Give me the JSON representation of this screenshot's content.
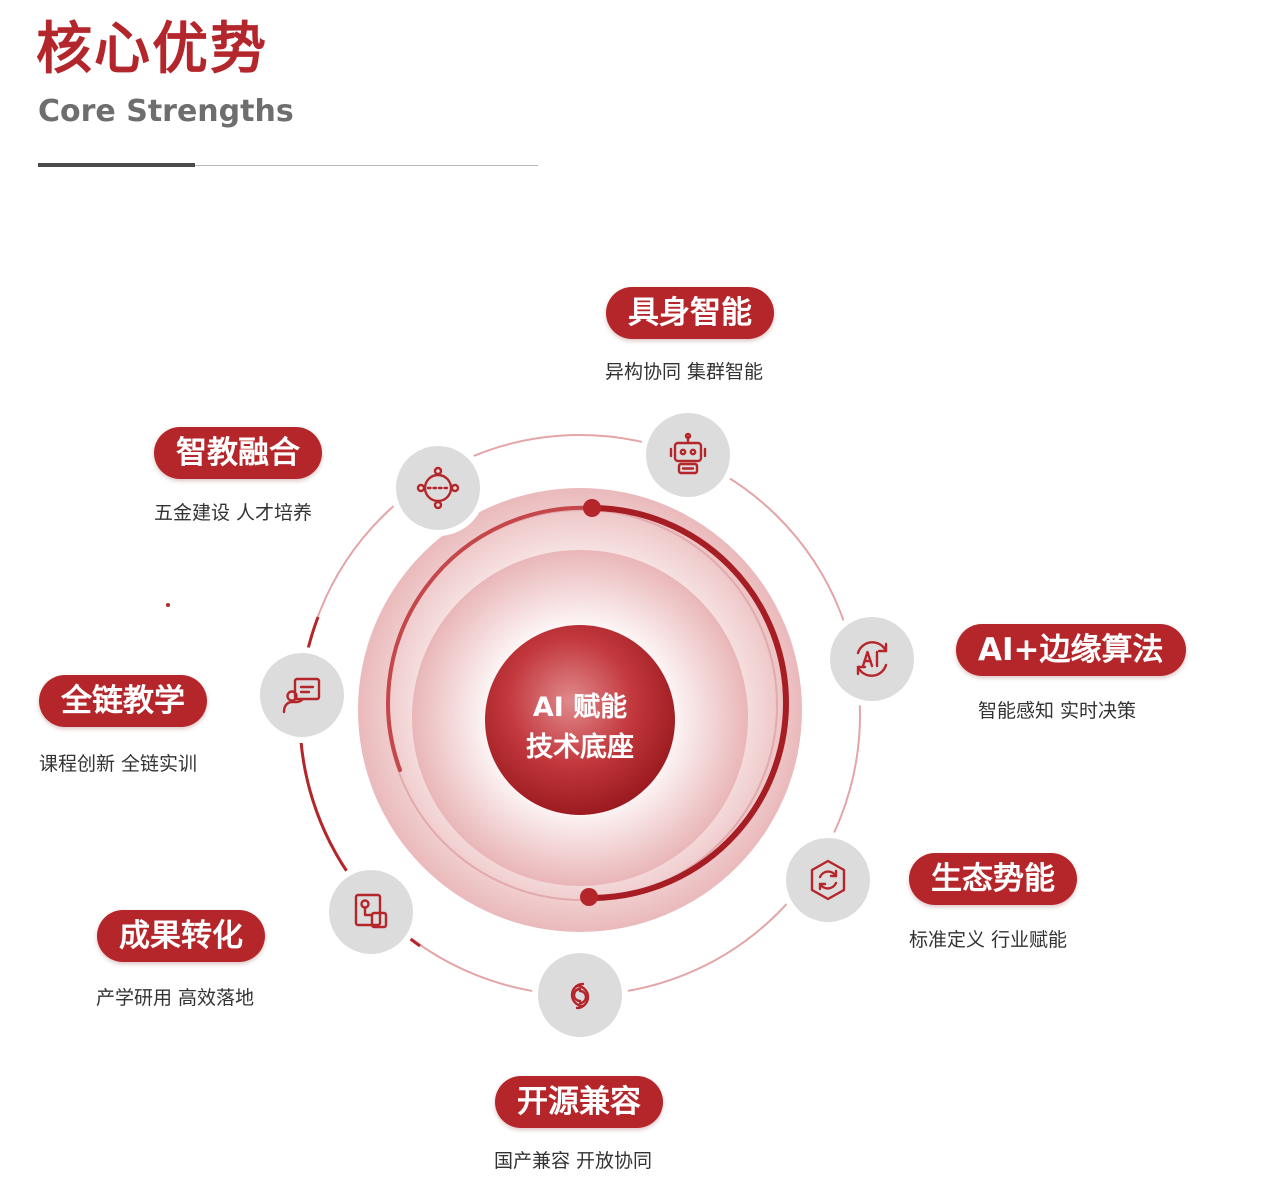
{
  "header": {
    "title_cn": "核心优势",
    "title_en": "Core Strengths"
  },
  "core": {
    "line1": "AI 赋能",
    "line2": "技术底座"
  },
  "nodes": [
    {
      "title": "具身智能",
      "subtitle": "异构协同 集群智能",
      "icon": "robot-icon"
    },
    {
      "title": "AI+边缘算法",
      "subtitle": "智能感知 实时决策",
      "icon": "ai-cycle-icon"
    },
    {
      "title": "生态势能",
      "subtitle": "标准定义 行业赋能",
      "icon": "hexagon-cycle-icon"
    },
    {
      "title": "开源兼容",
      "subtitle": "国产兼容 开放协同",
      "icon": "link-icon"
    },
    {
      "title": "成果转化",
      "subtitle": "产学研用 高效落地",
      "icon": "transform-icon"
    },
    {
      "title": "全链教学",
      "subtitle": "课程创新 全链实训",
      "icon": "teacher-icon"
    },
    {
      "title": "智教融合",
      "subtitle": "五金建设 人才培养",
      "icon": "target-icon"
    }
  ],
  "colors": {
    "brand_red": "#b5262b",
    "icon_circle": "#dcdcdc",
    "icon_stroke": "#b5262b"
  }
}
